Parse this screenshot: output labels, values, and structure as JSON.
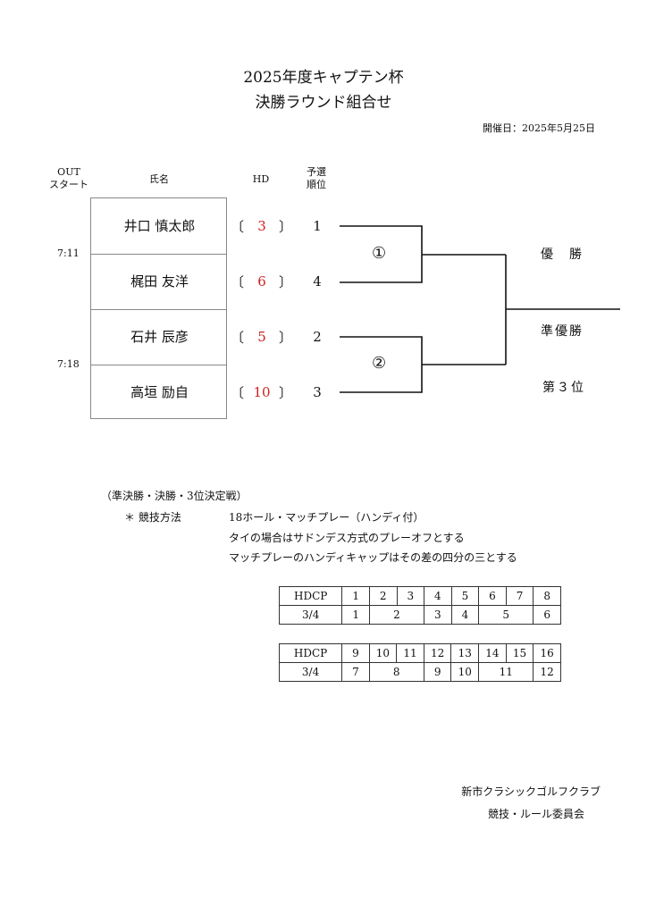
{
  "header": {
    "title": "2025年度キャプテン杯",
    "subtitle": "決勝ラウンド組合せ",
    "date": "開催日：2025年5月25日"
  },
  "columns": {
    "out_start_1": "OUT",
    "out_start_2": "スタート",
    "name": "氏名",
    "hd": "HD",
    "rank_1": "予選",
    "rank_2": "順位"
  },
  "times": [
    "7:11",
    "7:18"
  ],
  "players": [
    {
      "name": "井口 慎太郎",
      "hd": "3",
      "rank": "1"
    },
    {
      "name": "梶田 友洋",
      "hd": "6",
      "rank": "4"
    },
    {
      "name": "石井 辰彦",
      "hd": "5",
      "rank": "2"
    },
    {
      "name": "高垣 励自",
      "hd": "10",
      "rank": "3"
    }
  ],
  "brackets": {
    "open": "〔",
    "close": "〕",
    "match1": "①",
    "match2": "②"
  },
  "results": {
    "winner": "優　勝",
    "runner_up": "準優勝",
    "third": "第３位"
  },
  "rules": {
    "heading": "（準決勝・決勝・3位決定戦）",
    "label": "＊ 競技方法",
    "line1": "18ホール・マッチプレー（ハンディ付）",
    "line2": "タイの場合はサドンデス方式のプレーオフとする",
    "line3": "マッチプレーのハンディキャップはその差の四分の三とする"
  },
  "table1": {
    "h_label": "HDCP",
    "h_values": [
      "1",
      "2",
      "3",
      "4",
      "5",
      "6",
      "7",
      "8"
    ],
    "r_label": "3/4",
    "r_values": [
      "1",
      "2",
      "3",
      "4",
      "5",
      "6"
    ]
  },
  "table2": {
    "h_label": "HDCP",
    "h_values": [
      "9",
      "10",
      "11",
      "12",
      "13",
      "14",
      "15",
      "16"
    ],
    "r_label": "3/4",
    "r_values": [
      "7",
      "8",
      "9",
      "10",
      "11",
      "12"
    ]
  },
  "footer": {
    "org": "新市クラシックゴルフクラブ",
    "committee": "競技・ルール委員会"
  }
}
